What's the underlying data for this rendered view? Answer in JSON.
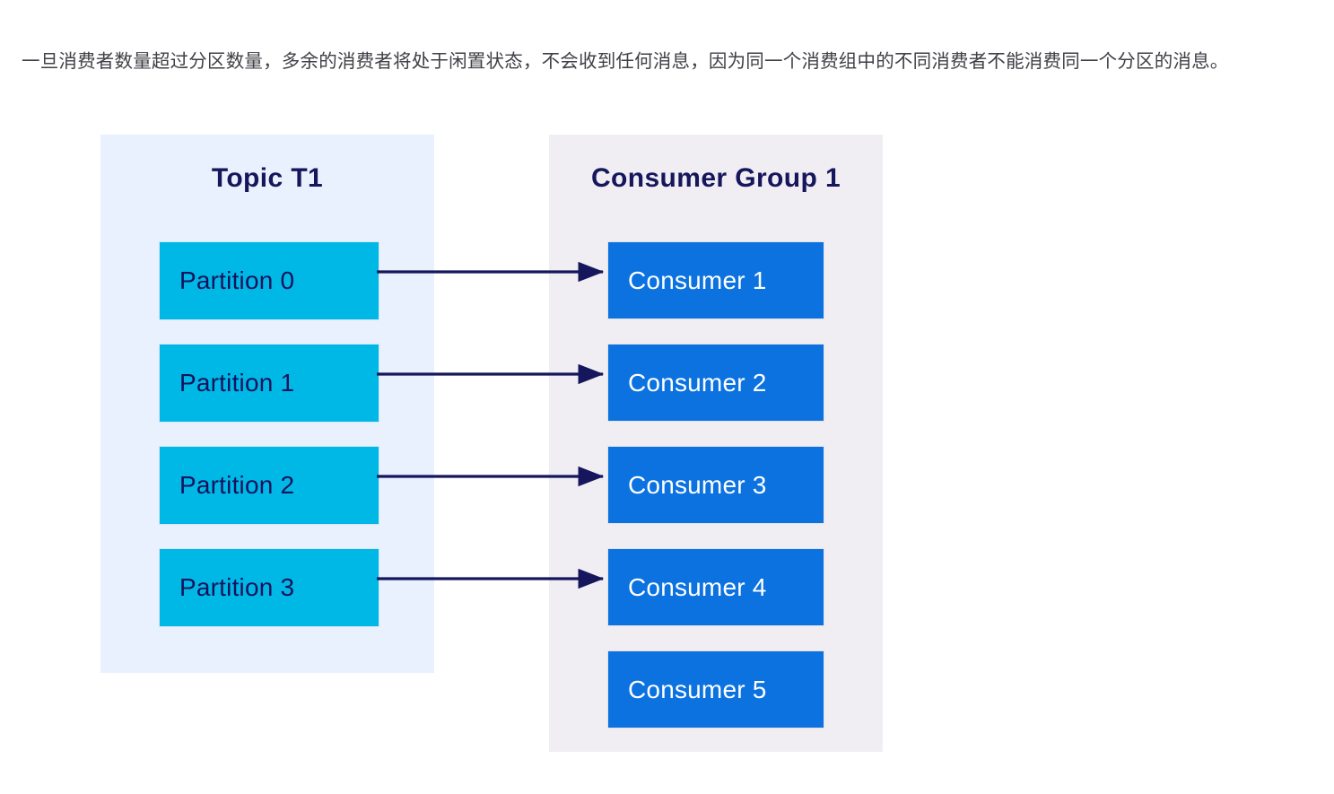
{
  "paragraph": {
    "text": "一旦消费者数量超过分区数量，多余的消费者将处于闲置状态，不会收到任何消息，因为同一个消费组中的不同消费者不能消费同一个分区的消息。"
  },
  "colors": {
    "topic_panel_bg": "#e8f1fd",
    "group_panel_bg": "#f0eef3",
    "partition_fill": "#00b8e6",
    "consumer_fill": "#0b72e0",
    "heading_text": "#16165c",
    "partition_text": "#13135c",
    "consumer_text": "#ffffff",
    "arrow": "#16165c",
    "page_bg": "#ffffff"
  },
  "diagram": {
    "type": "flow",
    "topic_panel": {
      "title": "Topic T1",
      "partitions": [
        {
          "label": "Partition 0"
        },
        {
          "label": "Partition 1"
        },
        {
          "label": "Partition 2"
        },
        {
          "label": "Partition 3"
        }
      ]
    },
    "group_panel": {
      "title": "Consumer Group 1",
      "consumers": [
        {
          "label": "Consumer 1"
        },
        {
          "label": "Consumer 2"
        },
        {
          "label": "Consumer 3"
        },
        {
          "label": "Consumer 4"
        },
        {
          "label": "Consumer 5"
        }
      ]
    },
    "connections": [
      {
        "from": "Partition 0",
        "to": "Consumer 1"
      },
      {
        "from": "Partition 1",
        "to": "Consumer 2"
      },
      {
        "from": "Partition 2",
        "to": "Consumer 3"
      },
      {
        "from": "Partition 3",
        "to": "Consumer 4"
      }
    ],
    "idle_consumers": [
      "Consumer 5"
    ]
  }
}
